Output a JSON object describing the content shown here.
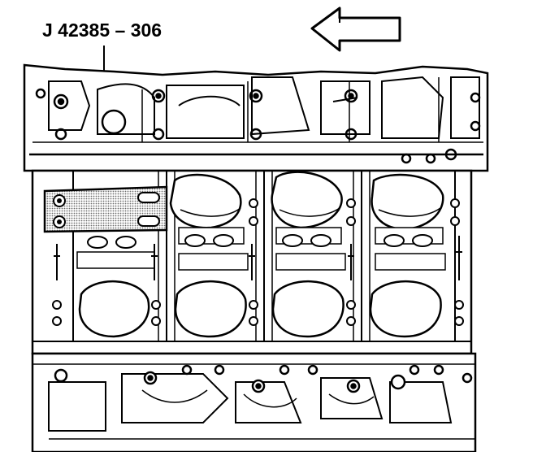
{
  "figure": {
    "callout_label": "J 42385 – 306",
    "callout_target": "tool-plate",
    "arrow_direction": "left",
    "colors": {
      "ink": "#000000",
      "paper": "#ffffff",
      "tool_fill": "#c8c8c8"
    },
    "icons": [
      "direction-arrow-icon"
    ]
  }
}
